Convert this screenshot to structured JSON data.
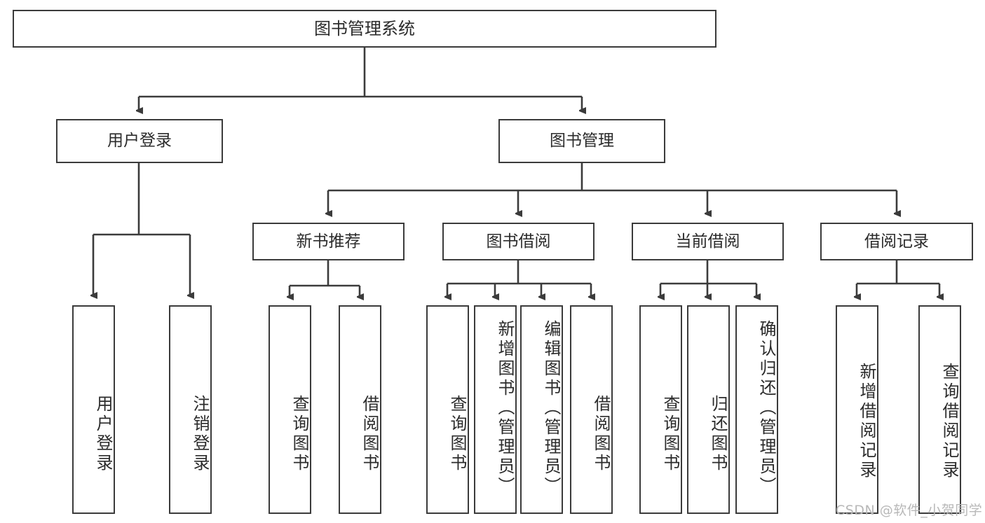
{
  "diagram": {
    "type": "hierarchy-tree",
    "title": "图书管理系统",
    "root": {
      "label": "图书管理系统"
    },
    "level1": [
      {
        "label": "用户登录"
      },
      {
        "label": "图书管理"
      }
    ],
    "level2": [
      {
        "label": "新书推荐"
      },
      {
        "label": "图书借阅"
      },
      {
        "label": "当前借阅"
      },
      {
        "label": "借阅记录"
      }
    ],
    "leaves": {
      "user_login": [
        {
          "label": "用户登录"
        },
        {
          "label": "注销登录"
        }
      ],
      "new_book_recommend": [
        {
          "label": "查询图书"
        },
        {
          "label": "借阅图书"
        }
      ],
      "book_borrow": [
        {
          "label": "查询图书"
        },
        {
          "label": "新增图书（管理员）"
        },
        {
          "label": "编辑图书（管理员）"
        },
        {
          "label": "借阅图书"
        }
      ],
      "current_borrow": [
        {
          "label": "查询图书"
        },
        {
          "label": "归还图书"
        },
        {
          "label": "确认归还（管理员）"
        }
      ],
      "borrow_record": [
        {
          "label": "新增借阅记录"
        },
        {
          "label": "查询借阅记录"
        }
      ]
    },
    "watermark": "CSDN @软件_小贺同学",
    "colors": {
      "stroke": "#3b3b3b",
      "fill": "#ffffff",
      "text": "#2b2b2b",
      "watermark": "#b8b8b8"
    }
  }
}
